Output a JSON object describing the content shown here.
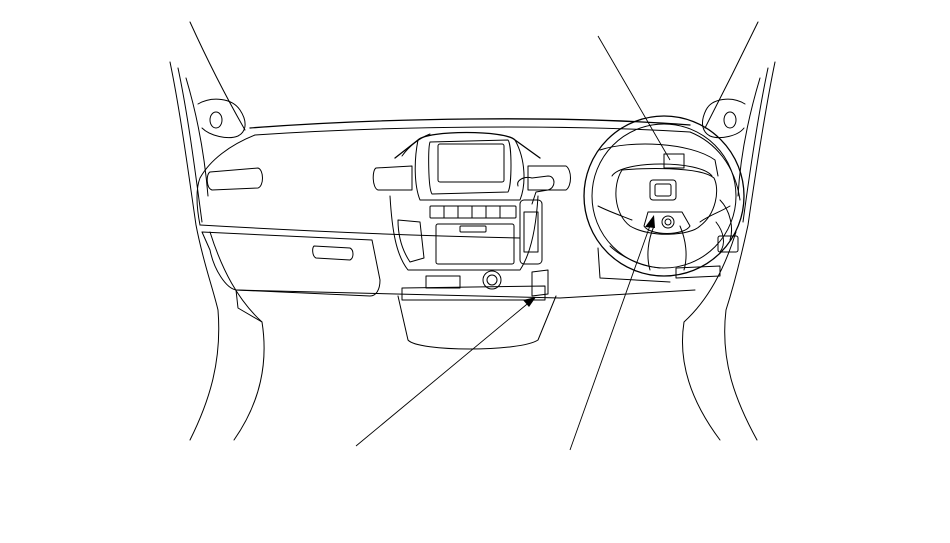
{
  "figure": {
    "type": "line-drawing",
    "subject": "vehicle-dashboard-interior",
    "colors": {
      "stroke": "#000000",
      "background": "#ffffff"
    },
    "callouts": [
      {
        "name": "steering-column-callout",
        "label": ""
      },
      {
        "name": "lower-dash-module-callout",
        "label": ""
      },
      {
        "name": "ignition-switch-callout",
        "label": ""
      }
    ]
  }
}
